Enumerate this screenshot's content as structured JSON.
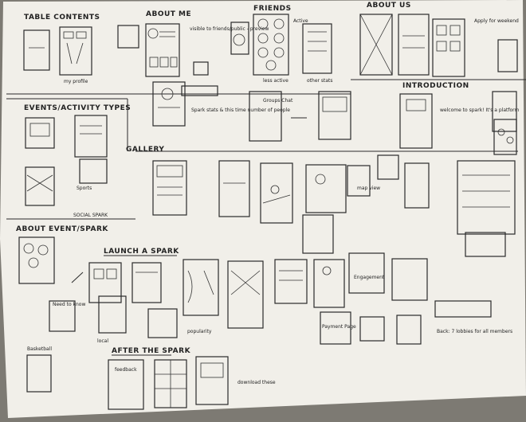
{
  "headings": {
    "toc": "TABLE CONTENTS",
    "about_me": "ABOUT ME",
    "friends": "FRIENDS",
    "about_us": "ABOUT US",
    "events": "EVENTS/ACTIVITY TYPES",
    "gallery": "GALLERY",
    "introduction": "INTRODUCTION",
    "about_event": "ABOUT EVENT/SPARK",
    "launch": "LAUNCH A SPARK",
    "after": "AFTER THE SPARK"
  },
  "notes": {
    "visible": "visible to friends/public - preview",
    "active": "Active",
    "less_active": "less active",
    "other_stats": "other stats",
    "groups_chat": "Groups Chat",
    "spark_stats": "Spark stats & this time number of people",
    "apply": "Apply for weekend",
    "welcome": "welcome to spark! It's a platform",
    "sparks": "Sports",
    "social": "SOCIAL SPARK",
    "need_to_know": "Need to know",
    "local": "local",
    "popularity": "popularity",
    "feedback": "feedback",
    "download": "download these",
    "map_view": "map view",
    "engagement": "Engagement",
    "payment": "Payment Page",
    "basketball": "Basketball",
    "back": "Back: 7 lobbies for all members"
  }
}
